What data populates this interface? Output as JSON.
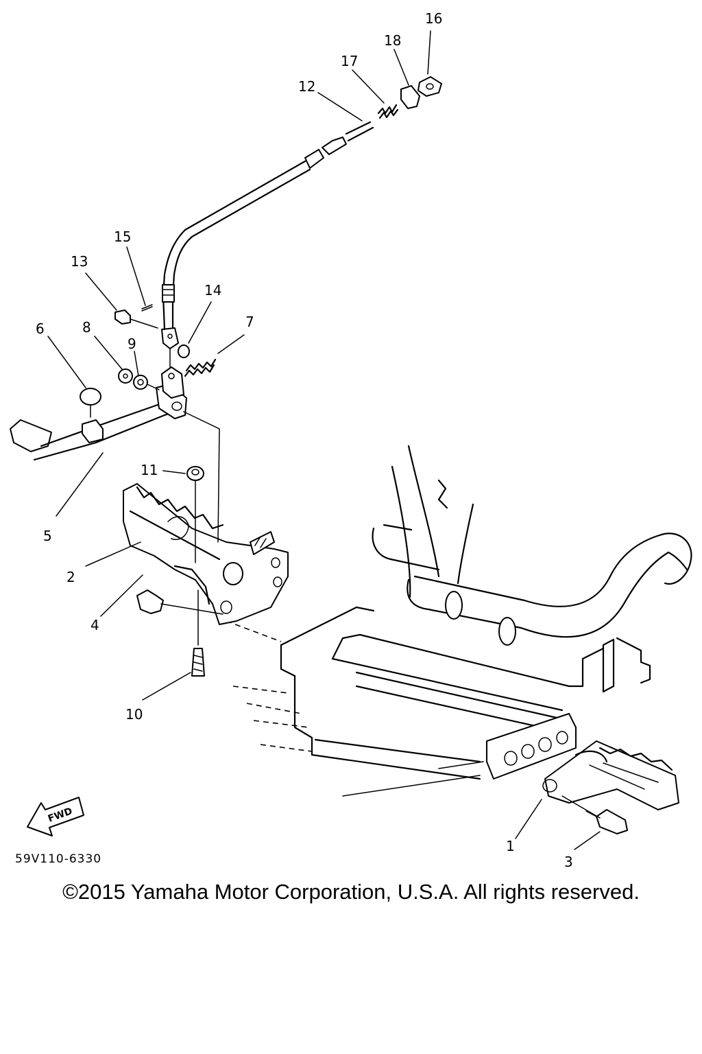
{
  "diagram": {
    "callouts": [
      {
        "id": "1",
        "label": "1"
      },
      {
        "id": "2",
        "label": "2"
      },
      {
        "id": "3",
        "label": "3"
      },
      {
        "id": "4",
        "label": "4"
      },
      {
        "id": "5",
        "label": "5"
      },
      {
        "id": "6",
        "label": "6"
      },
      {
        "id": "7",
        "label": "7"
      },
      {
        "id": "8",
        "label": "8"
      },
      {
        "id": "9",
        "label": "9"
      },
      {
        "id": "10",
        "label": "10"
      },
      {
        "id": "11",
        "label": "11"
      },
      {
        "id": "12",
        "label": "12"
      },
      {
        "id": "13",
        "label": "13"
      },
      {
        "id": "14",
        "label": "14"
      },
      {
        "id": "15",
        "label": "15"
      },
      {
        "id": "16",
        "label": "16"
      },
      {
        "id": "17",
        "label": "17"
      },
      {
        "id": "18",
        "label": "18"
      }
    ],
    "fwd_label": "FWD",
    "drawing_code": "59V110-6330"
  },
  "footer": {
    "copyright": "©2015 Yamaha Motor Corporation, U.S.A. All rights reserved."
  }
}
